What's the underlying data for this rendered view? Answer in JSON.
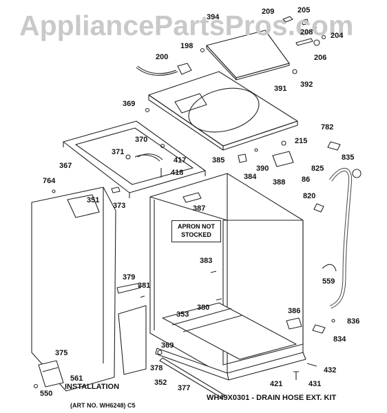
{
  "watermark": "AppliancePartsPros.com",
  "note": {
    "line1": "APRON NOT",
    "line2": "STOCKED"
  },
  "labels": {
    "p394": "394",
    "p209": "209",
    "p205": "205",
    "p208": "208",
    "p204": "204",
    "p198": "198",
    "p206": "206",
    "p200": "200",
    "p392": "392",
    "p391": "391",
    "p369a": "369",
    "p782": "782",
    "p215": "215",
    "p370": "370",
    "p371": "371",
    "p417": "417",
    "p367": "367",
    "p418": "418",
    "p385": "385",
    "p390": "390",
    "p835": "835",
    "p825": "825",
    "p384": "384",
    "p388": "388",
    "p86": "86",
    "p764": "764",
    "p351": "351",
    "p373": "373",
    "p387": "387",
    "p820": "820",
    "p383": "383",
    "p559": "559",
    "p379": "379",
    "p381": "381",
    "p380": "380",
    "p353": "353",
    "p386": "386",
    "p836": "836",
    "p375": "375",
    "p834": "834",
    "p369b": "369",
    "p378": "378",
    "p352": "352",
    "p432": "432",
    "p561": "561",
    "p377": "377",
    "p421": "421",
    "p431": "431",
    "p550": "550"
  },
  "installation": "INSTALLATION",
  "art_no": "(ART NO. WH6248) C5",
  "kit": "WH49X0301 - DRAIN HOSE EXT. KIT"
}
